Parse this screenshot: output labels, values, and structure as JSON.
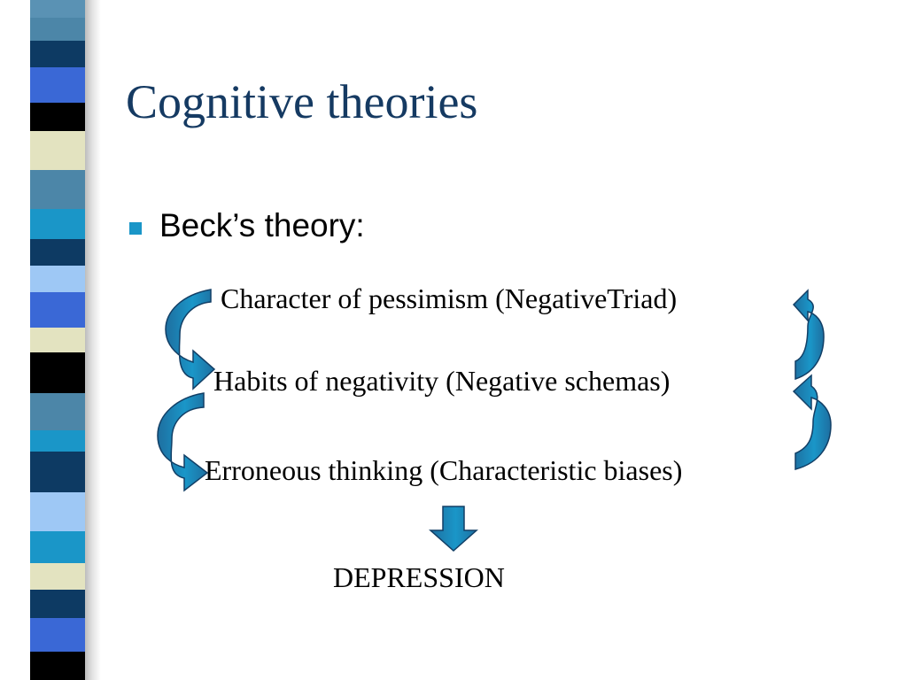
{
  "slide": {
    "title": "Cognitive theories",
    "bullet": "Beck’s theory:"
  },
  "diagram": {
    "nodes": [
      "Character of pessimism (NegativeTriad)",
      "Habits of negativity (Negative schemas)",
      "Erroneous thinking (Characteristic biases)",
      "DEPRESSION"
    ]
  },
  "colors": {
    "title": "#153a62",
    "bullet_marker": "#1a96c8",
    "arrow_fill": "#1a96c8",
    "arrow_outline": "#123f66",
    "stripe_palette": [
      "#4c86a8",
      "#0d3a63",
      "#3a68d6",
      "#000000",
      "#e3e3c0",
      "#1a96c8",
      "#9ec8f5"
    ]
  },
  "icons": {
    "curved_arrows": "curved-arrow-icon",
    "down_arrow": "down-arrow-icon"
  }
}
